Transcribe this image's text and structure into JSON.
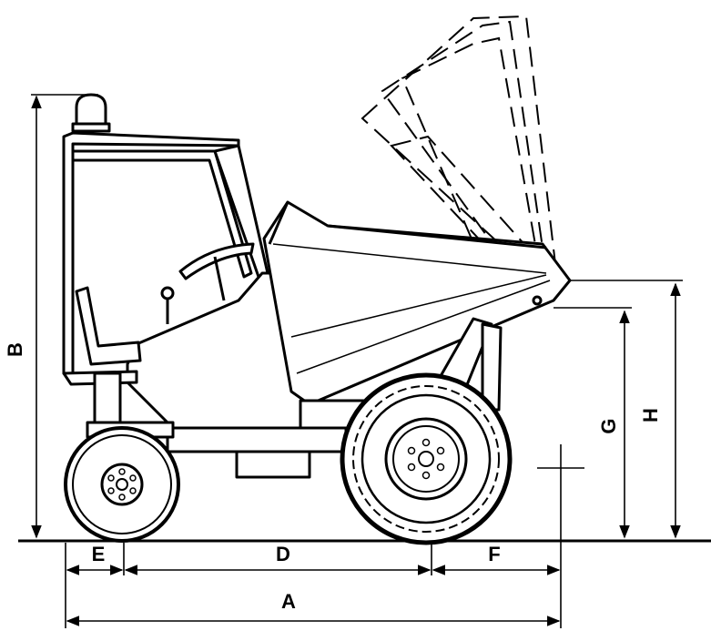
{
  "diagram": {
    "colors": {
      "line": "#000000",
      "background": "#ffffff"
    },
    "dimensions": {
      "A": "A",
      "B": "B",
      "D": "D",
      "E": "E",
      "F": "F",
      "G": "G",
      "H": "H"
    }
  }
}
